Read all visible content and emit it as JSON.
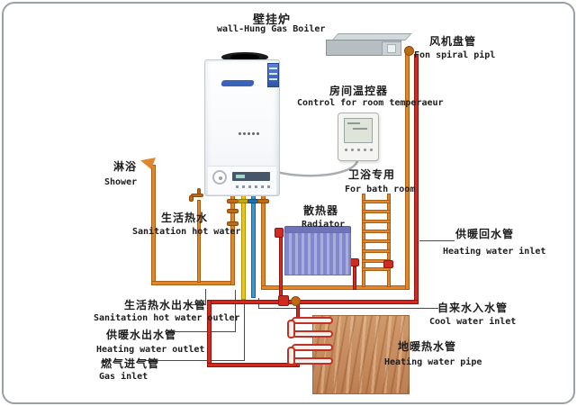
{
  "diagram_title": "壁挂炉 wall-Hung Gas Boiler heating system diagram",
  "labels": {
    "boiler": {
      "zh": "壁挂炉",
      "en": "wall-Hung Gas Boiler"
    },
    "fan_coil": {
      "zh": "风机盘管",
      "en": "Fon spiral pipl"
    },
    "room_thermostat": {
      "zh": "房间温控器",
      "en": "Control for room temperaeur"
    },
    "shower": {
      "zh": "淋浴",
      "en": "Shower"
    },
    "sanitation_hot_water": {
      "zh": "生活热水",
      "en": "Sanitation hot water"
    },
    "bathroom_radiator": {
      "zh": "卫浴专用",
      "en": "For bath room"
    },
    "radiator": {
      "zh": "散热器",
      "en": "Radiator"
    },
    "heating_return_pipe": {
      "zh": "供暖回水管",
      "en": "Heating water inlet"
    },
    "sanitation_outlet_pipe": {
      "zh": "生活热水出水管",
      "en": "Sanitation hot water outler"
    },
    "heating_outlet_pipe": {
      "zh": "供暖水出水管",
      "en": "Heating water outlet"
    },
    "gas_inlet_pipe": {
      "zh": "燃气进气管",
      "en": "Gas inlet"
    },
    "cold_water_inlet_pipe": {
      "zh": "自来水入水管",
      "en": "Cool water inlet"
    },
    "floor_heating_pipe": {
      "zh": "地暖热水管",
      "en": "Heating water pipe"
    }
  },
  "colors": {
    "pipe_orange": "#e0872e",
    "pipe_yellow": "#ecc51c",
    "pipe_blue": "#3c96d2",
    "pipe_red": "#d02b22",
    "radiator_purple": "#888ed6",
    "fan_coil_gray": "#b6bec2",
    "wood_floor": "#c98f63"
  }
}
